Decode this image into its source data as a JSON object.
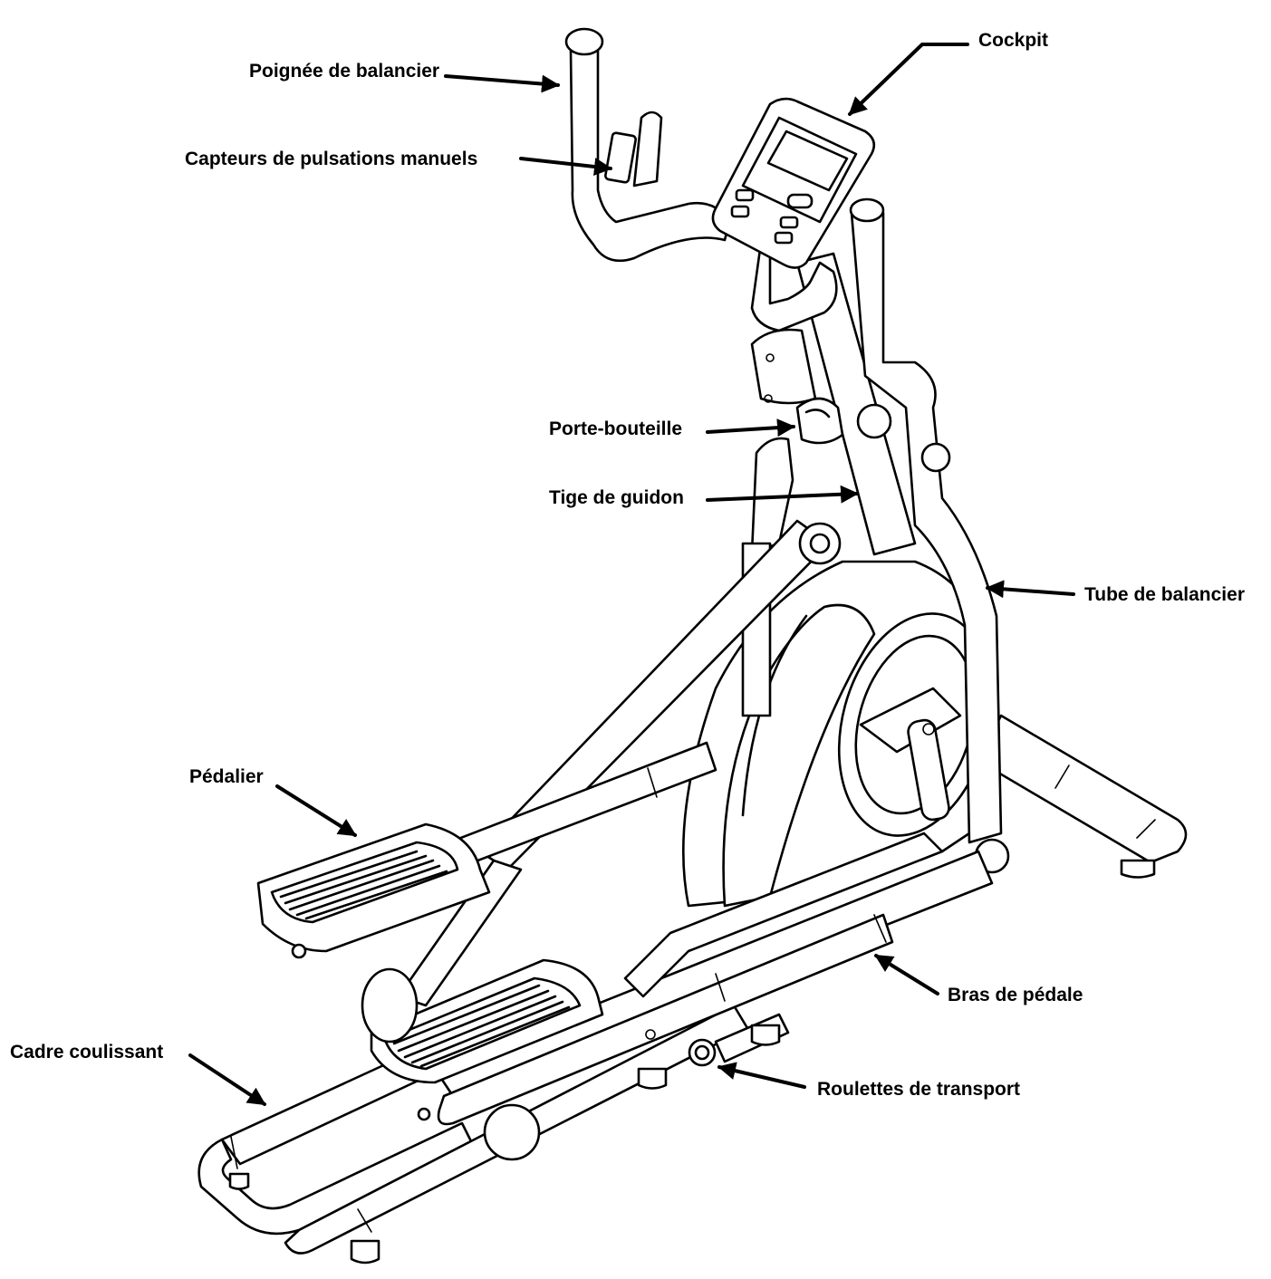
{
  "labels": {
    "cockpit": "Cockpit",
    "poignee": "Poignée de balancier",
    "capteurs": "Capteurs de pulsations manuels",
    "porte_bouteille": "Porte-bouteille",
    "tige": "Tige de guidon",
    "tube": "Tube de balancier",
    "pedalier": "Pédalier",
    "bras": "Bras de pédale",
    "cadre": "Cadre coulissant",
    "roulettes": "Roulettes de transport"
  }
}
